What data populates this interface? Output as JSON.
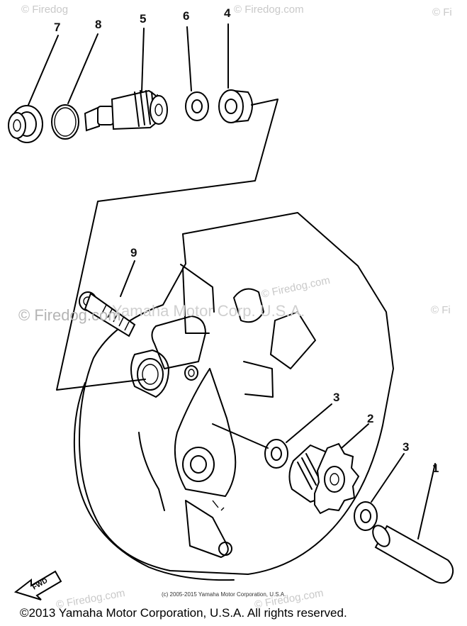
{
  "callouts": {
    "c7": "7",
    "c8": "8",
    "c5": "5",
    "c6": "6",
    "c4": "4",
    "c9": "9",
    "c3a": "3",
    "c2": "2",
    "c3b": "3",
    "c1": "1"
  },
  "watermarks": {
    "firedog_tl": "© Firedog",
    "firedog_tm": "© Firedog.com",
    "firedog_tr": "© Fi",
    "firedog_main": "© Firedog.com",
    "yamaha_overlay": "Yamaha Motor Corp. U.S.A.",
    "firedog_center": "© Firedog.com",
    "firedog_right": "© Fi",
    "firedog_bl": "© Firedog.com",
    "firedog_bm": "© Firedog.com"
  },
  "fwd_label": "FWD",
  "small_copyright": "(c) 2005-2015 Yamaha Motor Corporation, U.S.A.",
  "footer_copyright": "©2013 Yamaha Motor Corporation, U.S.A. All rights reserved.",
  "icons": [
    "fwd-arrow-icon"
  ]
}
